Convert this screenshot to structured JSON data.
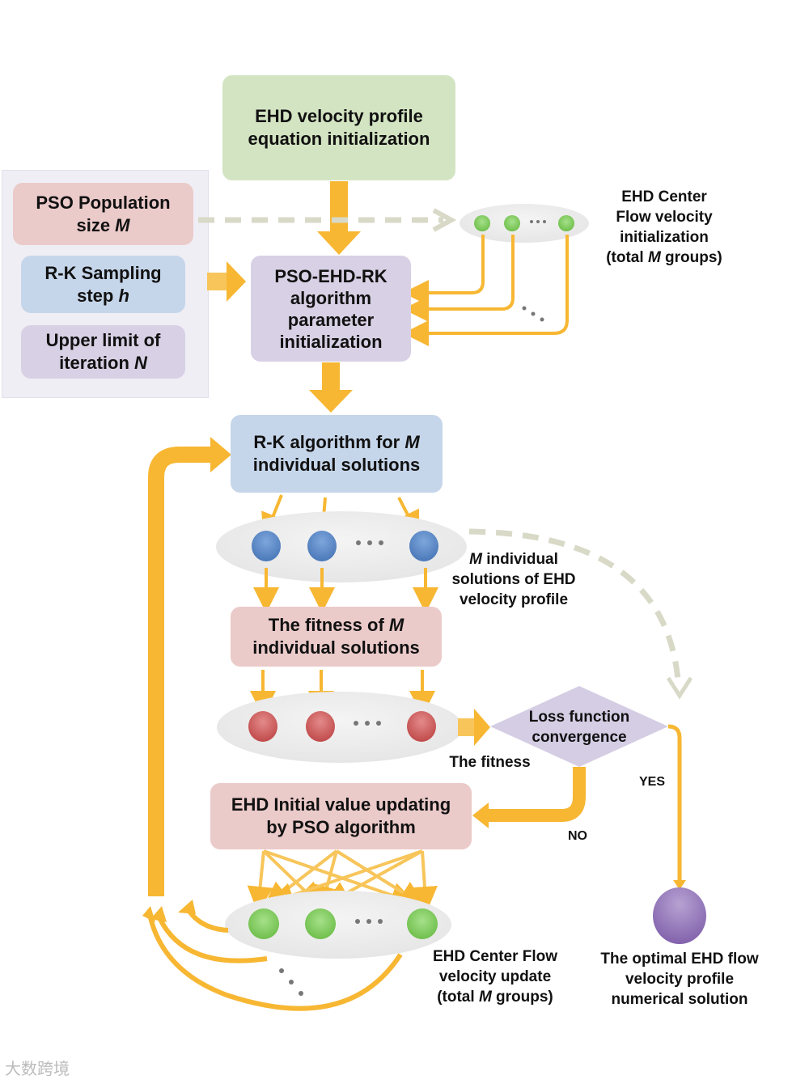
{
  "boxes": {
    "equation_init": {
      "line1": "EHD velocity profile",
      "line2": "equation initialization"
    },
    "pso_population": {
      "line1": "PSO Population",
      "line2_prefix": "size ",
      "line2_var": "M"
    },
    "rk_sampling": {
      "line1": "R-K Sampling",
      "line2_prefix": "step ",
      "line2_var": "h"
    },
    "upper_limit": {
      "line1": "Upper limit of",
      "line2_prefix": "iteration ",
      "line2_var": "N"
    },
    "param_init": {
      "line1": "PSO-EHD-RK",
      "line2": "algorithm",
      "line3": "parameter",
      "line4": "initialization"
    },
    "rk_algorithm": {
      "line1_prefix": "R-K algorithm for ",
      "line1_var": "M",
      "line2": "individual solutions"
    },
    "fitness": {
      "line1_prefix": "The fitness of ",
      "line1_var": "M",
      "line2": "individual solutions"
    },
    "pso_update": {
      "line1": "EHD Initial value updating",
      "line2": "by PSO algorithm"
    },
    "loss": {
      "line1": "Loss function",
      "line2": "convergence"
    }
  },
  "labels": {
    "center_init": {
      "line1": "EHD Center",
      "line2": "Flow velocity",
      "line3": "initialization",
      "line4_prefix": "(total ",
      "line4_var": "M",
      "line4_suffix": " groups)"
    },
    "individual_solutions": {
      "line1_var": "M",
      "line1_suffix": " individual",
      "line2": "solutions of EHD",
      "line3": "velocity profile"
    },
    "the_fitness": "The fitness",
    "yes": "YES",
    "no": "NO",
    "center_update": {
      "line1": "EHD Center Flow",
      "line2": "velocity  update",
      "line3_prefix": "(total ",
      "line3_var": "M",
      "line3_suffix": " groups)"
    },
    "optimal": {
      "line1": "The optimal EHD flow",
      "line2": "velocity profile",
      "line3": "numerical solution"
    },
    "ellipsis": "• • •"
  },
  "colors": {
    "arrow": "#f7b733",
    "dashed": "#d9d9c8",
    "green_node": "#7cc95c",
    "blue_node": "#5a86c4",
    "red_node": "#cc5a5a",
    "purple_node": "#9478b8"
  },
  "watermark": "大数跨境"
}
